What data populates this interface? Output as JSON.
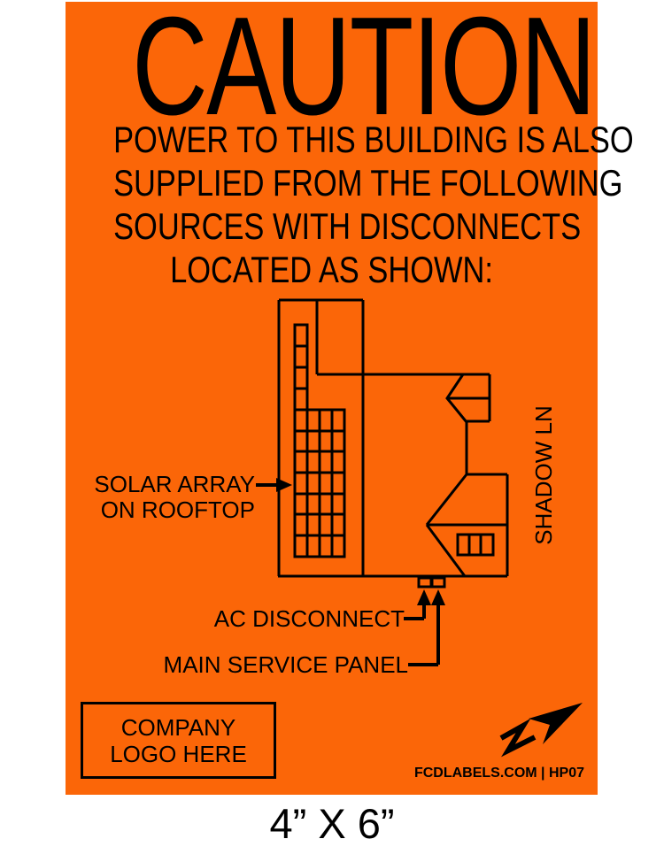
{
  "page": {
    "background_color": "#FFFFFF",
    "size_caption": "4” X 6”"
  },
  "label": {
    "colors": {
      "background": "#FB6608",
      "ink": "#000000"
    },
    "title": "CAUTION",
    "subtitle_lines": [
      "POWER TO THIS BUILDING IS ALSO",
      "SUPPLIED FROM THE FOLLOWING",
      "SOURCES WITH DISCONNECTS",
      "LOCATED AS SHOWN:"
    ],
    "diagram": {
      "solar_array_label_line1": "SOLAR ARRAY",
      "solar_array_label_line2": "ON ROOFTOP",
      "street_name": "SHADOW LN",
      "ac_disconnect_label": "AC DISCONNECT",
      "main_service_panel_label": "MAIN SERVICE PANEL"
    },
    "company_logo_placeholder": {
      "line1": "COMPANY",
      "line2": "LOGO HERE"
    },
    "brand_text": "FCDLABELS.COM | HP07",
    "brand_icon": "paper-plane-arrow-icon"
  }
}
